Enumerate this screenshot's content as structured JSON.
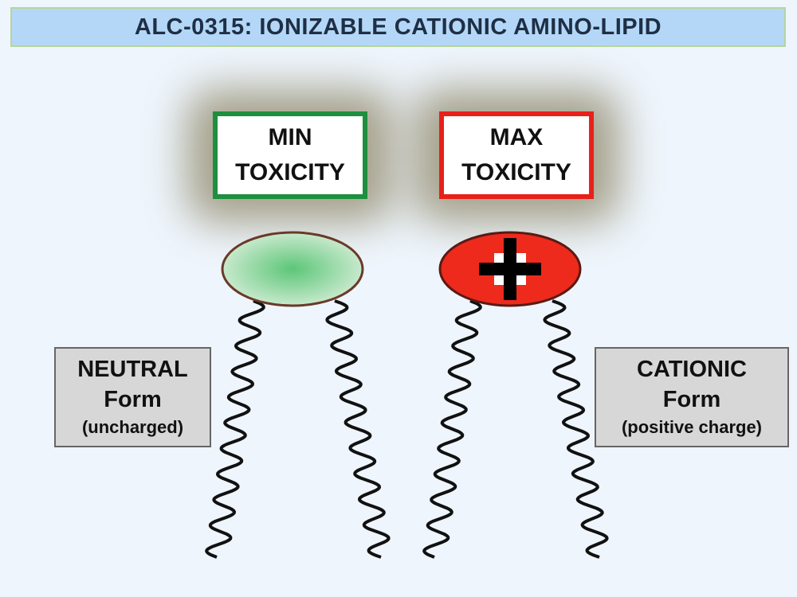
{
  "title": "ALC-0315: IONIZABLE CATIONIC AMINO-LIPID",
  "toxicity": {
    "min": {
      "line1": "MIN",
      "line2": "TOXICITY",
      "border_color": "#1e8f3e"
    },
    "max": {
      "line1": "MAX",
      "line2": "TOXICITY",
      "border_color": "#e8201a"
    }
  },
  "forms": {
    "neutral": {
      "line1": "NEUTRAL",
      "line2": "Form",
      "line3": "(uncharged)"
    },
    "cationic": {
      "line1": "CATIONIC",
      "line2": "Form",
      "line3": "(positive charge)"
    }
  },
  "heads": {
    "neutral": {
      "color": "#9ed8a6",
      "icon": "uncharged-head"
    },
    "cationic": {
      "color": "#ee2a1c",
      "icon": "plus-icon"
    }
  }
}
